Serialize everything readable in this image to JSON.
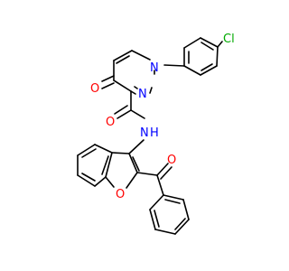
{
  "atoms": {
    "chlorine": "Cl",
    "pyridazine_n1": "N",
    "pyridazine_n2": "N",
    "ketone_o": "O",
    "amide_o": "O",
    "amide_nh": "N",
    "amide_h": "H",
    "furan_o": "O",
    "benzoyl_o": "O"
  },
  "colors": {
    "bond": "#000000",
    "nitrogen": "#0000ff",
    "oxygen": "#ff0000",
    "chlorine": "#00aa00"
  }
}
